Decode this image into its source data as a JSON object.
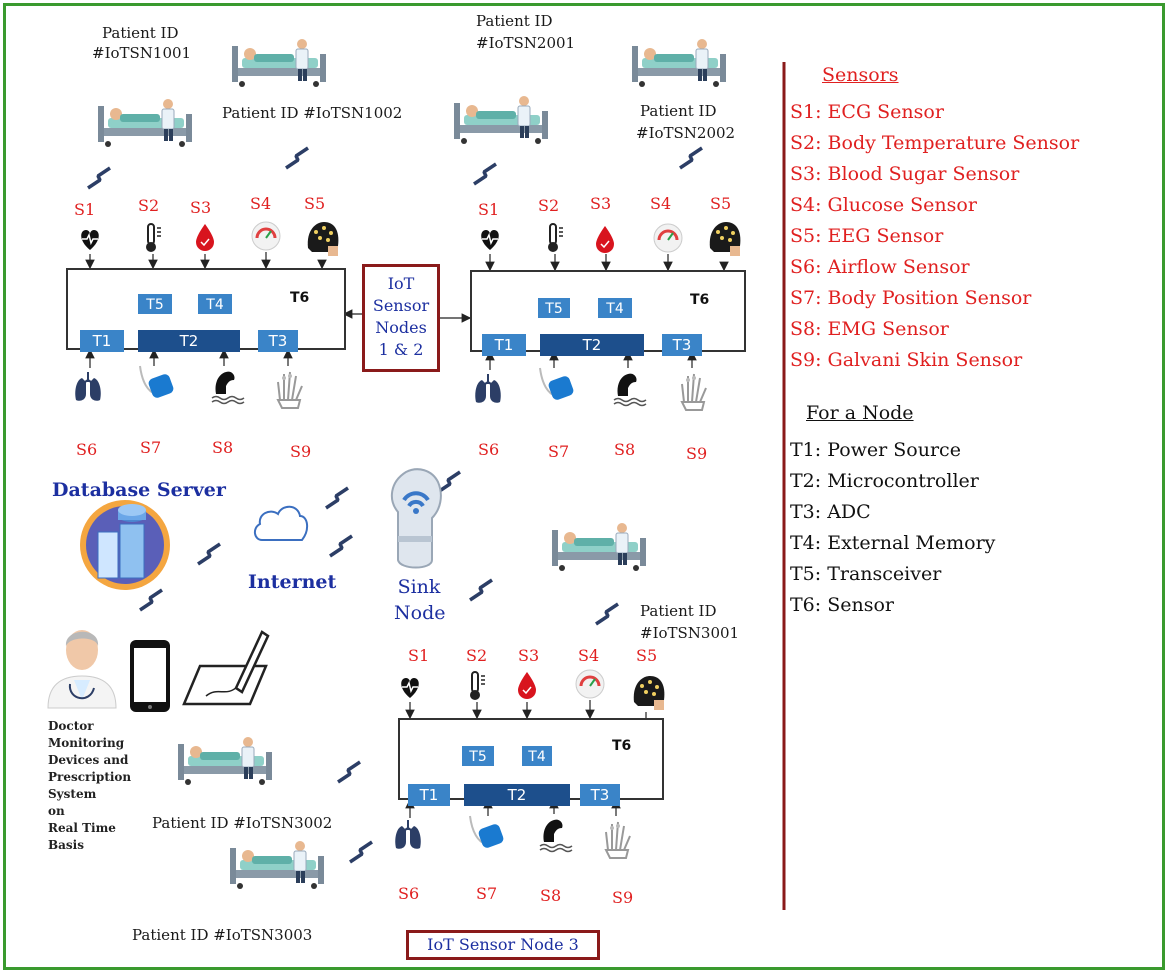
{
  "nodes": {
    "node1": {
      "patients": [
        "Patient ID #IoTSN1001",
        "Patient ID #IoTSN1002"
      ]
    },
    "node2": {
      "patients": [
        "Patient ID #IoTSN2001",
        "Patient ID #IoTSN2002"
      ]
    },
    "node3": {
      "patients": [
        "Patient ID #IoTSN3001",
        "Patient ID #IoTSN3002",
        "Patient ID #IoTSN3003"
      ]
    }
  },
  "sensor_labels": [
    "S1",
    "S2",
    "S3",
    "S4",
    "S5",
    "S6",
    "S7",
    "S8",
    "S9"
  ],
  "block_labels": [
    "T1",
    "T2",
    "T3",
    "T4",
    "T5",
    "T6"
  ],
  "labels": {
    "p1001a": "Patient ID",
    "p1001b": "#IoTSN1001",
    "p1002": "Patient ID #IoTSN1002",
    "p2001a": "Patient ID",
    "p2001b": "#IoTSN2001",
    "p2002a": "Patient ID",
    "p2002b": "#IoTSN2002",
    "p3001a": "Patient ID",
    "p3001b": "#IoTSN3001",
    "p3002": "Patient ID #IoTSN3002",
    "p3003": "Patient ID #IoTSN3003",
    "iot12a": "IoT",
    "iot12b": "Sensor",
    "iot12c": "Nodes",
    "iot12d": "1 & 2",
    "iot3": "IoT Sensor Node 3",
    "db": "Database Server",
    "internet": "Internet",
    "sink_a": "Sink",
    "sink_b": "Node",
    "doc": [
      "Doctor",
      "Monitoring",
      "Devices and",
      "Prescription",
      "System",
      "on",
      "Real Time",
      "Basis"
    ]
  },
  "legend": {
    "sensors_title": "Sensors",
    "sensors": [
      "S1: ECG Sensor",
      "S2: Body Temperature Sensor",
      "S3: Blood Sugar Sensor",
      "S4: Glucose Sensor",
      "S5: EEG Sensor",
      "S6: Airflow Sensor",
      "S7: Body Position Sensor",
      "S8: EMG Sensor",
      "S9: Galvani Skin Sensor"
    ],
    "node_title": "For a Node",
    "node_items": [
      "T1: Power Source",
      "T2: Microcontroller",
      "T3: ADC",
      "T4: External Memory",
      "T5: Transceiver",
      "T6: Sensor"
    ]
  },
  "colors": {
    "border": "#3a9a2e",
    "divider": "#8a1a1a",
    "sensor_text": "#e02020",
    "label_blue": "#1c2fa0",
    "block": "#3a84c8",
    "block_dark": "#1d4f8c"
  }
}
